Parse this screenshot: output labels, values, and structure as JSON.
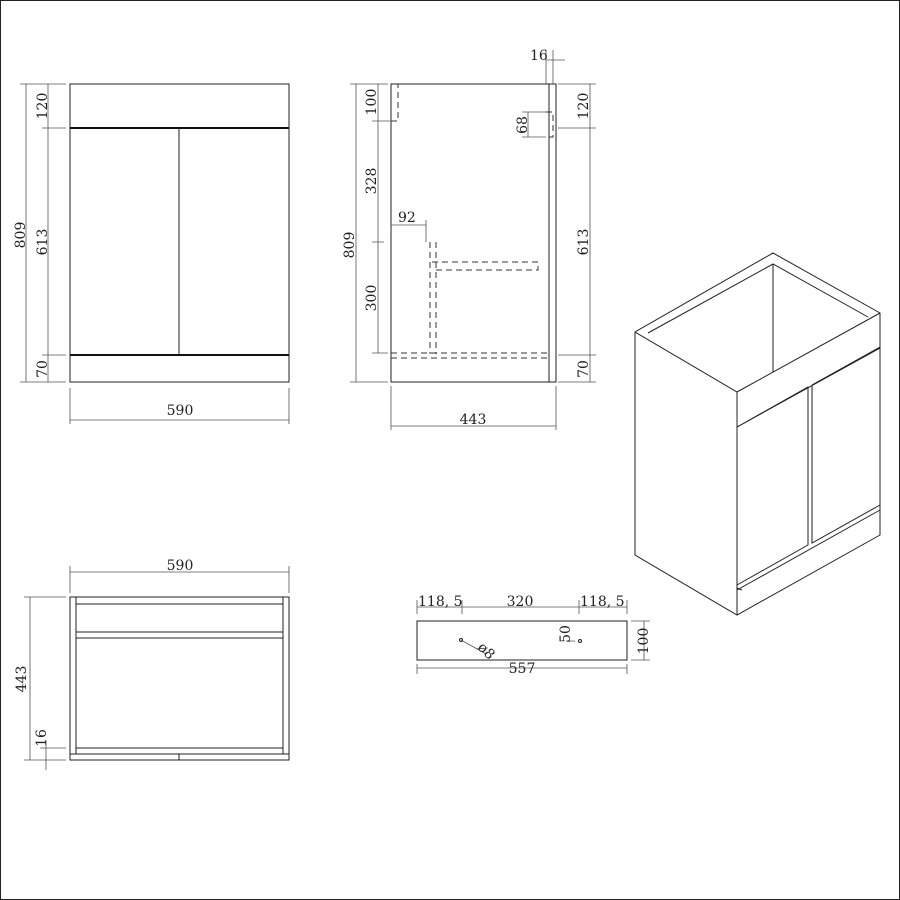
{
  "front_view": {
    "height_total": "809",
    "top_rail": "120",
    "door_height": "613",
    "plinth": "70",
    "width": "590"
  },
  "side_view": {
    "panel": "16",
    "height_total": "809",
    "rail_offset": "100",
    "shelf_upper": "328",
    "shelf_lower": "300",
    "shelf_inset": "92",
    "rail_height": "68",
    "top_rail": "120",
    "door_height": "613",
    "plinth": "70",
    "depth": "443"
  },
  "top_view": {
    "width": "590",
    "depth": "443",
    "panel": "16"
  },
  "drawer_front": {
    "left_offset": "118, 5",
    "hole_spacing": "320",
    "right_offset": "118, 5",
    "width": "557",
    "height": "100",
    "hole_diameter": "ø8",
    "hole_height": "50"
  }
}
